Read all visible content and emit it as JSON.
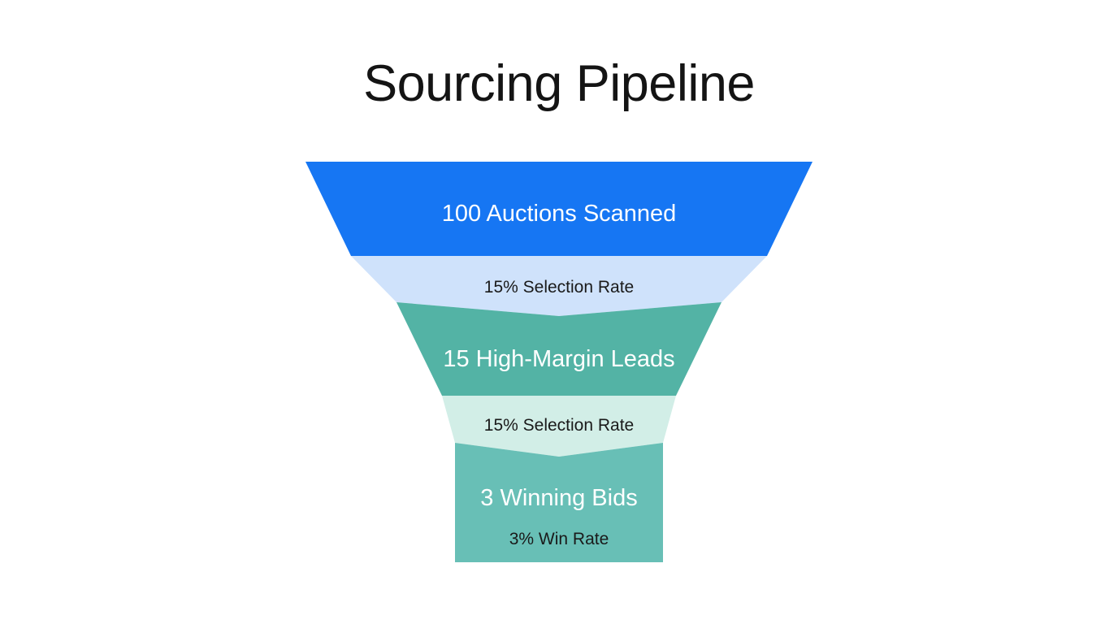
{
  "title": "Sourcing Pipeline",
  "background_color": "#ffffff",
  "chart_data": {
    "type": "funnel",
    "title": "Sourcing Pipeline",
    "xlabel": "",
    "ylabel": "",
    "grid": false,
    "legend": "none",
    "stages": [
      {
        "label": "100 Auctions Scanned",
        "value": 100,
        "name": "Auctions Scanned",
        "color": "#1676f3",
        "text_color": "#ffffff"
      },
      {
        "label": "15 High-Margin Leads",
        "value": 15,
        "name": "High-Margin Leads",
        "color": "#53b3a5",
        "text_color": "#ffffff"
      },
      {
        "label": "3 Winning Bids",
        "value": 3,
        "name": "Winning Bids",
        "color": "#68bfb6",
        "text_color": "#ffffff"
      }
    ],
    "connectors": [
      {
        "label": "15% Selection Rate",
        "value": 15,
        "unit": "%",
        "metric": "Selection Rate",
        "color": "#cfe2fb",
        "text_color": "#1a1a1a"
      },
      {
        "label": "15% Selection Rate",
        "value": 15,
        "unit": "%",
        "metric": "Selection Rate",
        "color": "#d2eee7",
        "text_color": "#1a1a1a"
      }
    ],
    "footer_metric": {
      "label": "3% Win Rate",
      "value": 3,
      "unit": "%",
      "metric": "Win Rate",
      "text_color": "#1a1a1a"
    }
  }
}
